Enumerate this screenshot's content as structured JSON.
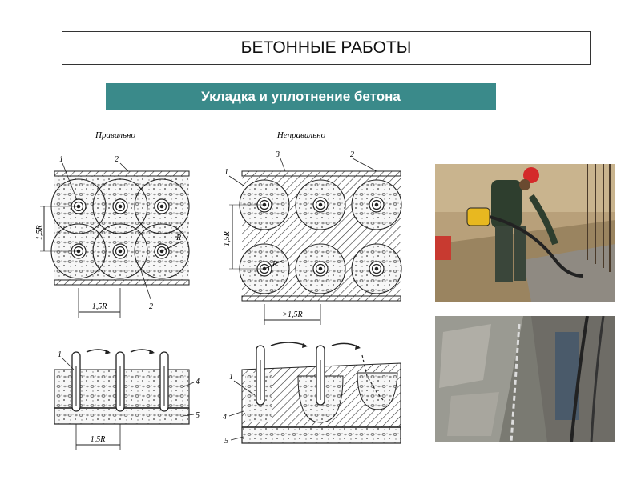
{
  "header": {
    "title": "БЕТОННЫЕ РАБОТЫ"
  },
  "subheader": {
    "label": "Укладка и уплотнение бетона"
  },
  "diagram": {
    "correct_label": "Правильно",
    "wrong_label": "Неправильно",
    "markers": {
      "n1": "1",
      "n2": "2",
      "n3": "3",
      "n4": "4",
      "n5": "5"
    },
    "dim_15R": "1,5R",
    "dim_gt15R": ">1,5R",
    "radius": "R"
  },
  "photos": {
    "photo1": "worker-vibrating-concrete",
    "photo2": "concrete-vibrator-closeup"
  },
  "colors": {
    "accent": "#3a8a8a",
    "border": "#333333"
  }
}
